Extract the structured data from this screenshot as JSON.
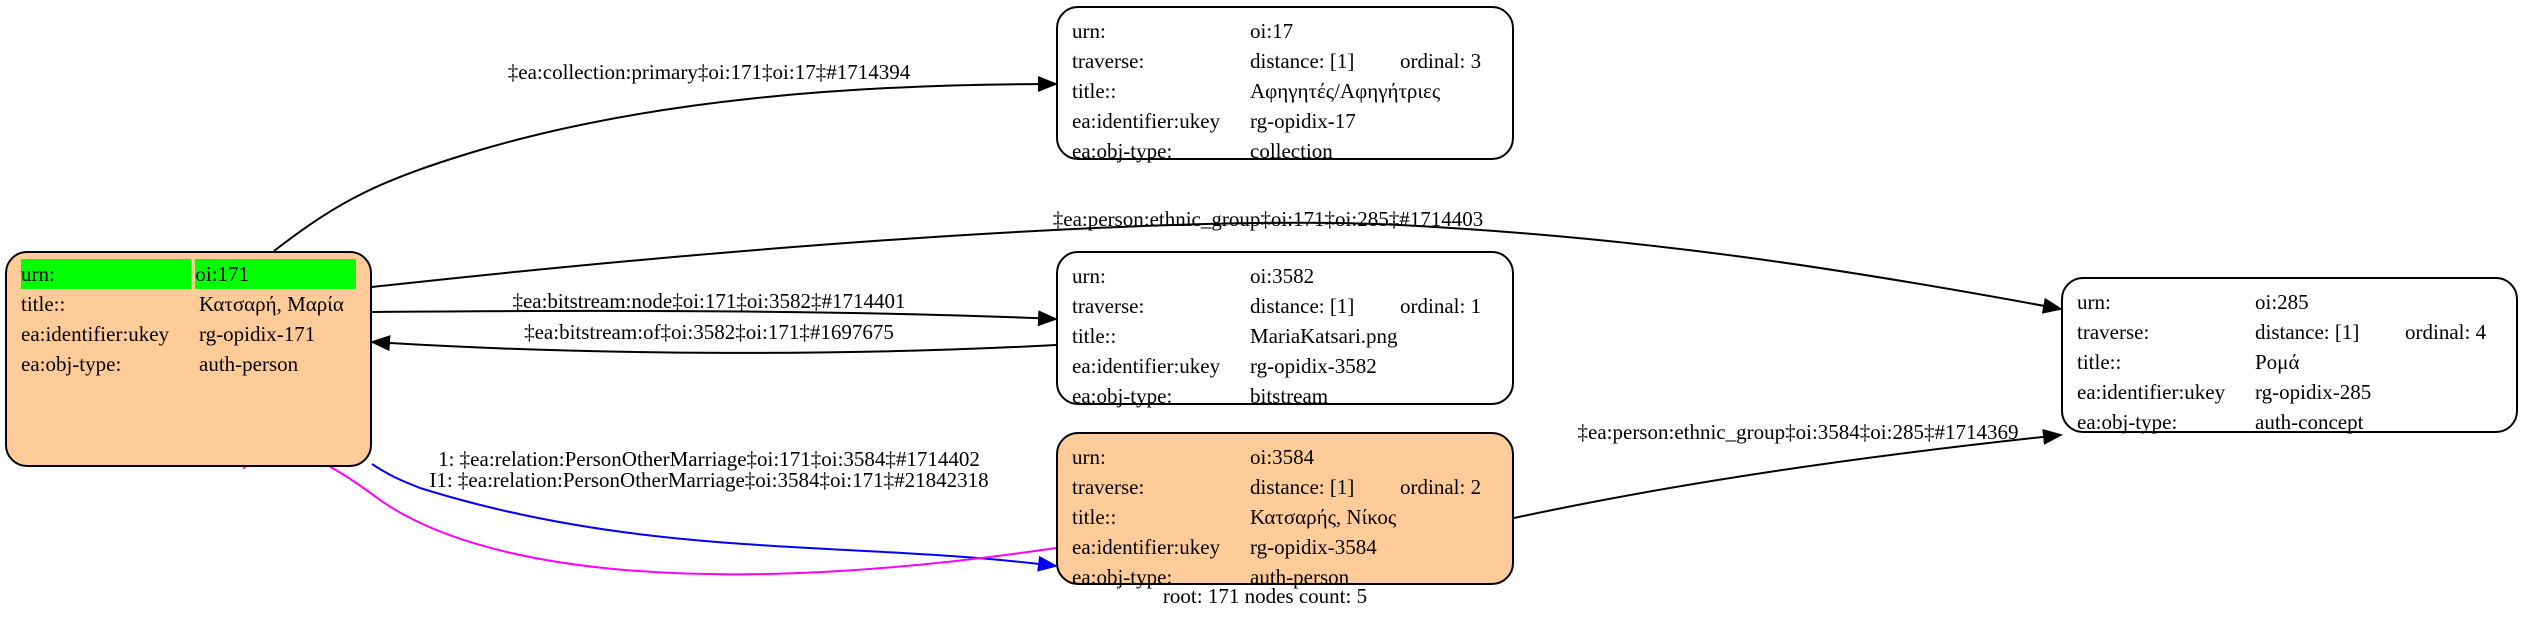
{
  "nodes": {
    "n171": {
      "rows": [
        {
          "k": "urn:",
          "v": "oi:171"
        },
        {
          "k": "title::",
          "v": "Κατσαρή, Μαρία"
        },
        {
          "k": "ea:identifier:ukey",
          "v": "rg-opidix-171"
        },
        {
          "k": "ea:obj-type:",
          "v": "auth-person"
        }
      ]
    },
    "n17": {
      "rows": [
        {
          "k": "urn:",
          "v": "oi:17"
        },
        {
          "k": "traverse:",
          "v": "distance: [1]",
          "o": "ordinal: 3"
        },
        {
          "k": "title::",
          "v": "Αφηγητές/Αφηγήτριες"
        },
        {
          "k": "ea:identifier:ukey",
          "v": "rg-opidix-17"
        },
        {
          "k": "ea:obj-type:",
          "v": "collection"
        }
      ]
    },
    "n3582": {
      "rows": [
        {
          "k": "urn:",
          "v": "oi:3582"
        },
        {
          "k": "traverse:",
          "v": "distance: [1]",
          "o": "ordinal: 1"
        },
        {
          "k": "title::",
          "v": "MariaKatsari.png"
        },
        {
          "k": "ea:identifier:ukey",
          "v": "rg-opidix-3582"
        },
        {
          "k": "ea:obj-type:",
          "v": "bitstream"
        }
      ]
    },
    "n3584": {
      "rows": [
        {
          "k": "urn:",
          "v": "oi:3584"
        },
        {
          "k": "traverse:",
          "v": "distance: [1]",
          "o": "ordinal: 2"
        },
        {
          "k": "title::",
          "v": "Κατσαρής, Νίκος"
        },
        {
          "k": "ea:identifier:ukey",
          "v": "rg-opidix-3584"
        },
        {
          "k": "ea:obj-type:",
          "v": "auth-person"
        }
      ]
    },
    "n285": {
      "rows": [
        {
          "k": "urn:",
          "v": "oi:285"
        },
        {
          "k": "traverse:",
          "v": "distance: [1]",
          "o": "ordinal: 4"
        },
        {
          "k": "title::",
          "v": "Ρομά"
        },
        {
          "k": "ea:identifier:ukey",
          "v": "rg-opidix-285"
        },
        {
          "k": "ea:obj-type:",
          "v": "auth-concept"
        }
      ]
    }
  },
  "edges": [
    {
      "label": "‡ea:collection:primary‡oi:171‡oi:17‡#1714394",
      "color": "#000000"
    },
    {
      "label": "‡ea:person:ethnic_group‡oi:171‡oi:285‡#1714403",
      "color": "#000000"
    },
    {
      "label": "‡ea:bitstream:node‡oi:171‡oi:3582‡#1714401",
      "color": "#000000"
    },
    {
      "label": "‡ea:bitstream:of‡oi:3582‡oi:171‡#1697675",
      "color": "#000000"
    },
    {
      "label": "1: ‡ea:relation:PersonOtherMarriage‡oi:171‡oi:3584‡#1714402",
      "color": "#0000ff"
    },
    {
      "label": "I1: ‡ea:relation:PersonOtherMarriage‡oi:3584‡oi:171‡#21842318",
      "color": "#ff00ff"
    },
    {
      "label": "‡ea:person:ethnic_group‡oi:3584‡oi:285‡#1714369",
      "color": "#000000"
    }
  ],
  "colors": {
    "person_fill": "#ffcc99",
    "root_highlight": "#00ff00"
  },
  "footer": "root: 171 nodes count: 5"
}
